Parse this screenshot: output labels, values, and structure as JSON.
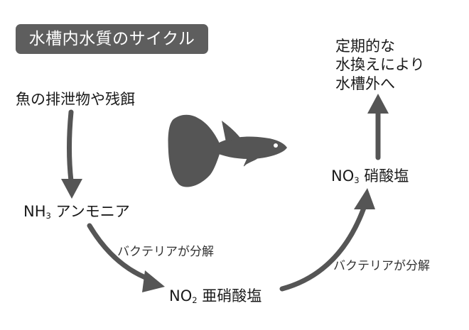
{
  "title": "水槽内水質のサイクル",
  "nodes": {
    "waste": "魚の排泄物や残餌",
    "ammonia": {
      "formula": "NH",
      "sub": "3",
      "name": "アンモニア"
    },
    "nitrite": {
      "formula": "NO",
      "sub": "2",
      "name": "亜硝酸塩"
    },
    "nitrate": {
      "formula": "NO",
      "sub": "3",
      "name": "硝酸塩"
    },
    "removal": [
      "定期的な",
      "水換えにより",
      "水槽外へ"
    ]
  },
  "edge_labels": {
    "bacteria_1": "バクテリアが分解",
    "bacteria_2": "バクテリアが分解"
  },
  "icons": {
    "fish": "guppy-fish-icon"
  },
  "colors": {
    "arrow": "#555555",
    "title_bg": "#5e5e5e",
    "fish": "#555555"
  }
}
